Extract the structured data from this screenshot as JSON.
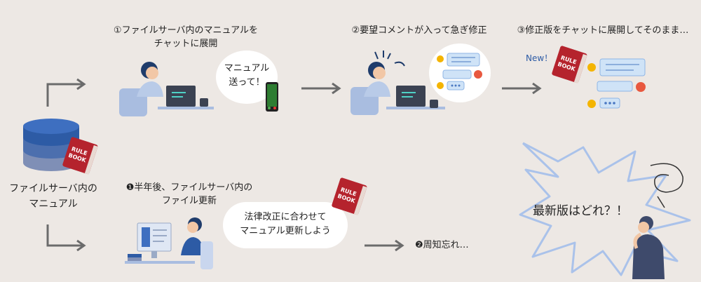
{
  "source": {
    "label_line1": "ファイルサーバ内の",
    "label_line2": "マニュアル",
    "book_text_1": "RULE",
    "book_text_2": "BOOK"
  },
  "top_row": {
    "step1": {
      "line1": "①ファイルサーバ内のマニュアルを",
      "line2": "チャットに展開",
      "bubble_line1": "マニュアル",
      "bubble_line2": "送って！"
    },
    "step2": {
      "title": "②要望コメントが入って急ぎ修正"
    },
    "step3": {
      "title": "③修正版をチャットに展開してそのまま…",
      "badge": "New！"
    }
  },
  "bottom_row": {
    "step1": {
      "line1": "❶半年後、ファイルサーバ内の",
      "line2": "ファイル更新",
      "bubble_line1": "法律改正に合わせて",
      "bubble_line2": "マニュアル更新しよう"
    },
    "step2": {
      "title": "❷周知忘れ…"
    },
    "confusion": {
      "text": "最新版はどれ？！"
    }
  },
  "colors": {
    "book": "#b5232d",
    "arrow": "#6b6b6b",
    "person_blue": "#1f4e79",
    "desk": "#a9bde0"
  }
}
